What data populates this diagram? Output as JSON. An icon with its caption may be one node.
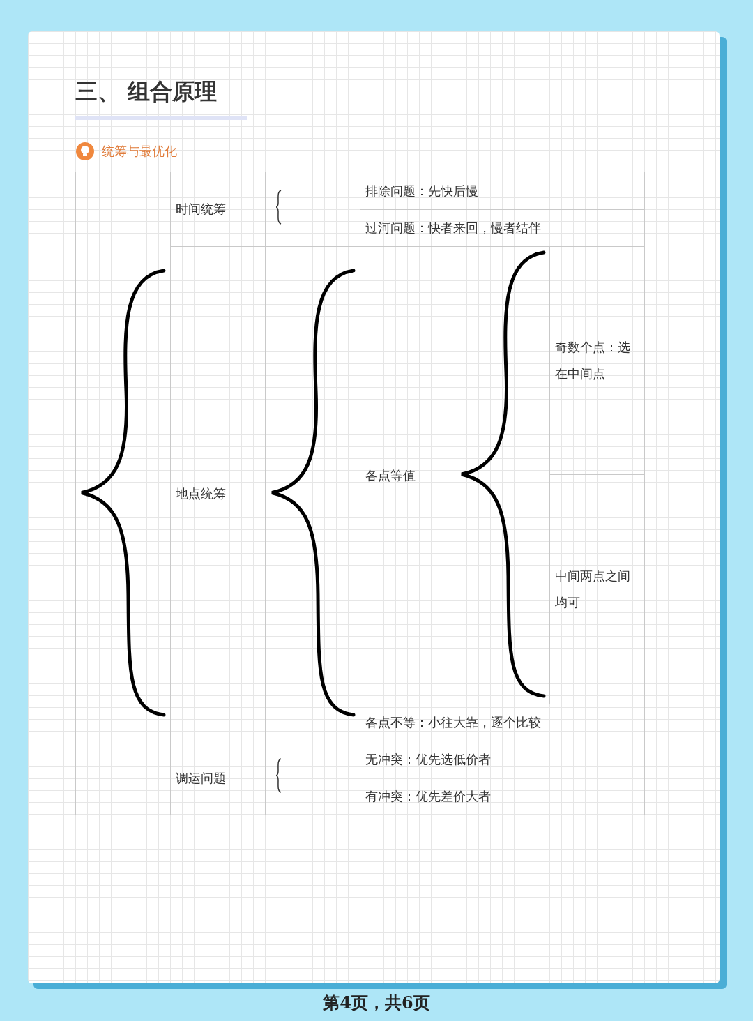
{
  "diagram": {
    "title": "三、 组合原理",
    "labels": [
      "统筹与最优化",
      "时间统筹",
      "排除问题：先快后慢",
      "过河问题：快者来回，慢者结伴",
      "地点统筹",
      "各点等值",
      "奇数个点：选在中间点",
      "中间两点之间均可",
      "各点不等：小往大靠，逐个比较",
      "调运问题",
      "无冲突：优先选低价者",
      "有冲突：优先差价大者",
      "第4页，共6页"
    ]
  }
}
